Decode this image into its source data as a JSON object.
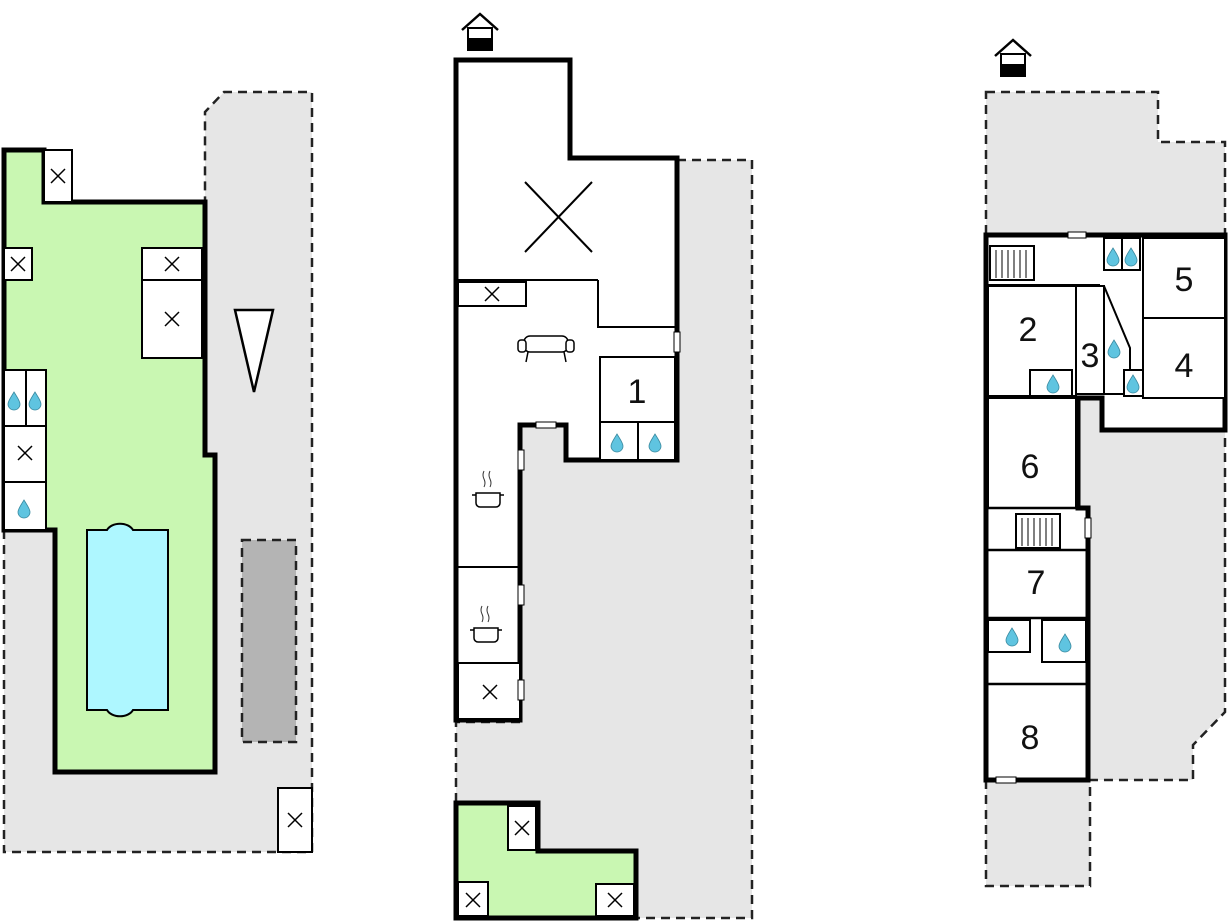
{
  "floorplans": [
    {
      "name": "outdoor-plan",
      "icons": [
        "pool",
        "garage",
        "entrance-triangle",
        "water-drop-icon",
        "bed-cross-icon"
      ]
    },
    {
      "name": "ground-floor-plan",
      "icons": [
        "house-entrance-icon",
        "sofa-icon",
        "cooking-pot-icon",
        "water-drop-icon",
        "bed-cross-icon"
      ],
      "rooms": [
        {
          "label": "1"
        }
      ]
    },
    {
      "name": "upper-floor-plan",
      "icons": [
        "house-entrance-icon",
        "stairs-icon",
        "water-drop-icon"
      ],
      "rooms": [
        {
          "label": "2"
        },
        {
          "label": "3"
        },
        {
          "label": "4"
        },
        {
          "label": "5"
        },
        {
          "label": "6"
        },
        {
          "label": "7"
        },
        {
          "label": "8"
        }
      ]
    }
  ],
  "colors": {
    "terrace": "#c9f7b2",
    "pool": "#aef7ff",
    "outside": "#e6e6e6",
    "garage": "#b4b4b4",
    "water": "#5fc4e0"
  }
}
